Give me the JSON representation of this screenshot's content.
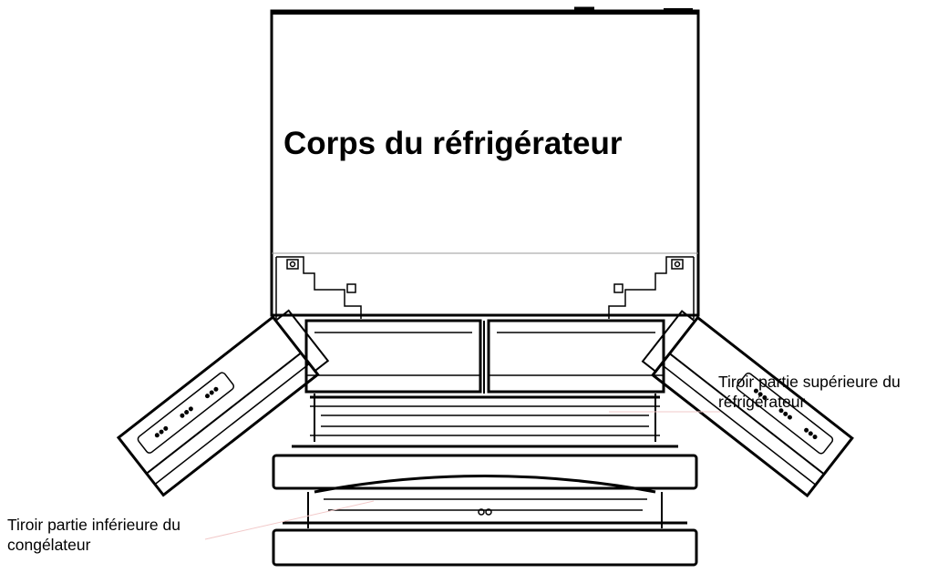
{
  "title": "Corps du réfrigérateur",
  "labels": {
    "upper_drawer": [
      "Tiroir partie supérieure du",
      "réfrigérateur"
    ],
    "lower_drawer": [
      "Tiroir partie inférieure du",
      "congélateur"
    ]
  },
  "colors": {
    "line": "#000000",
    "leader": "#f2c9c9",
    "background": "#ffffff"
  }
}
